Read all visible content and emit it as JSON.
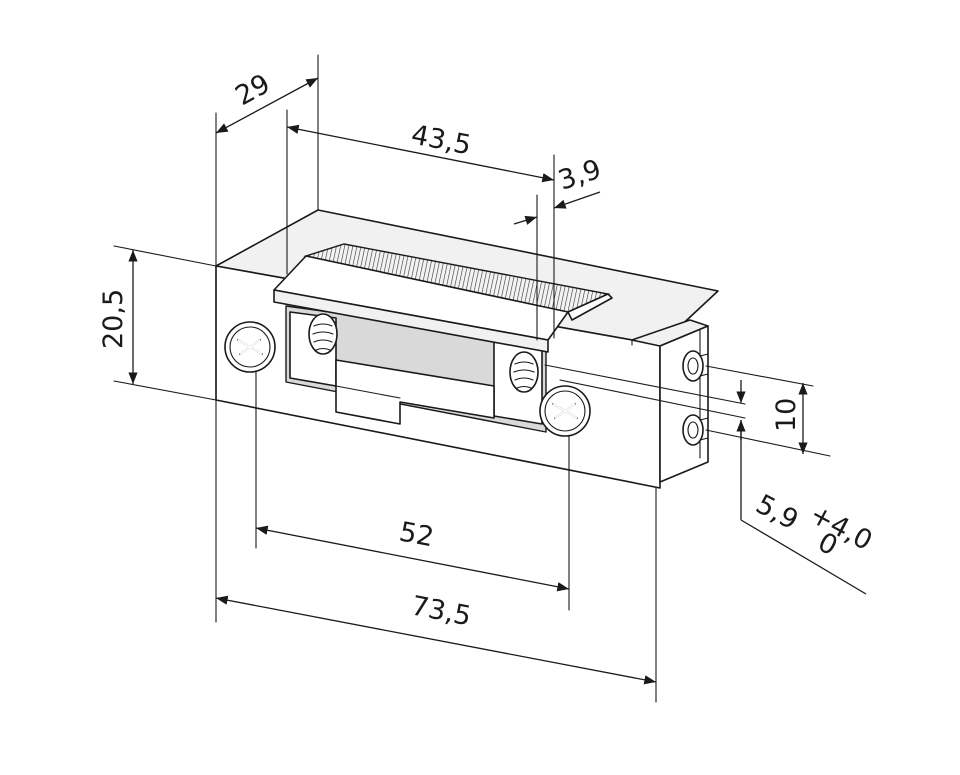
{
  "dimensions": {
    "depth": "29",
    "length_to_latch": "43,5",
    "latch_offset": "3,9",
    "height": "20,5",
    "connector_spacing": "10",
    "tolerance_nominal": "5,9",
    "tolerance_upper": "+4,0",
    "tolerance_lower": "0",
    "screw_spacing": "52",
    "overall_length": "73,5"
  },
  "colors": {
    "line": "#1a1a1a",
    "face_light": "#f1f1f1",
    "face_shadow": "#d9d9d9"
  }
}
